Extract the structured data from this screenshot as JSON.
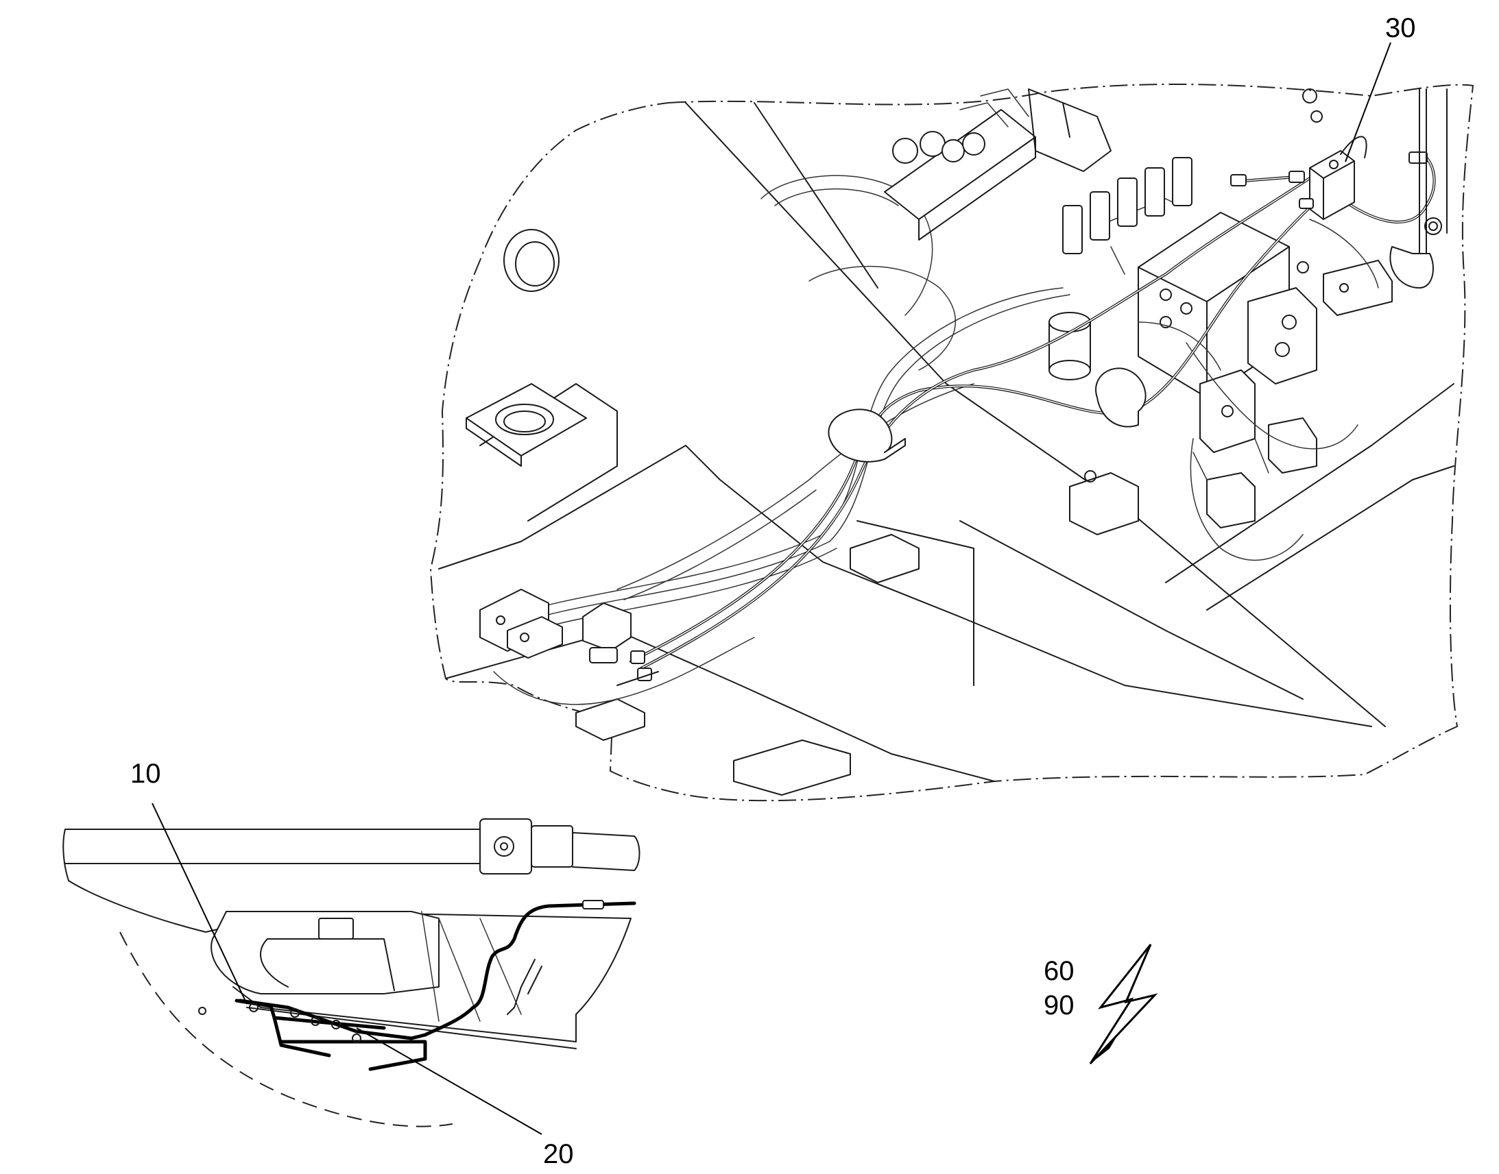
{
  "callouts": {
    "c10": "10",
    "c20": "20",
    "c30": "30",
    "c60": "60",
    "c90": "90"
  },
  "icons": {
    "electrical_symbol": "lightning-bolt-icon"
  }
}
